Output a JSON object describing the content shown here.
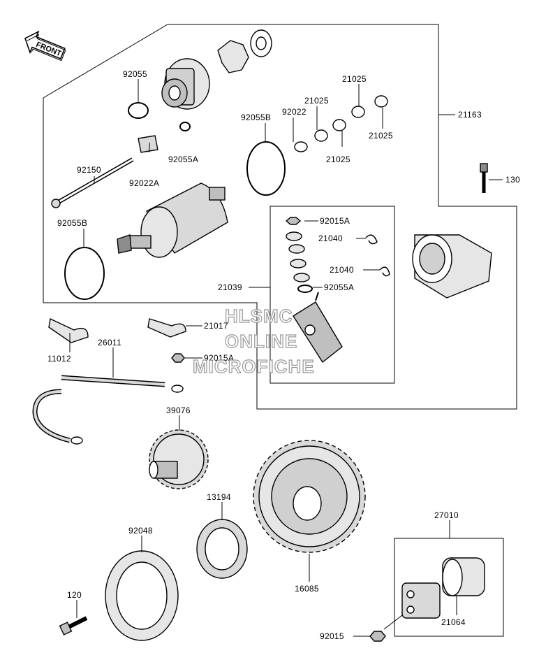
{
  "front_label": "FRONT",
  "watermark": {
    "line1": "HLSMC",
    "line2": "ONLINE",
    "line3": "MICROFICHE"
  },
  "parts": {
    "p92055": "92055",
    "p92055A": "92055A",
    "p92150": "92150",
    "p92022A": "92022A",
    "p92055B_left": "92055B",
    "p92055B_top": "92055B",
    "p92022": "92022",
    "p21025_a": "21025",
    "p21025_b": "21025",
    "p21025_c": "21025",
    "p21025_d": "21025",
    "p21163": "21163",
    "p130": "130",
    "p92015A_top": "92015A",
    "p21040_a": "21040",
    "p21040_b": "21040",
    "p21039": "21039",
    "p92055A_mid": "92055A",
    "p21017": "21017",
    "p11012": "11012",
    "p26011": "26011",
    "p92015A_mid": "92015A",
    "p39076": "39076",
    "p13194": "13194",
    "p92048": "92048",
    "p16085": "16085",
    "p27010": "27010",
    "p21064": "21064",
    "p120": "120",
    "p92015": "92015"
  }
}
